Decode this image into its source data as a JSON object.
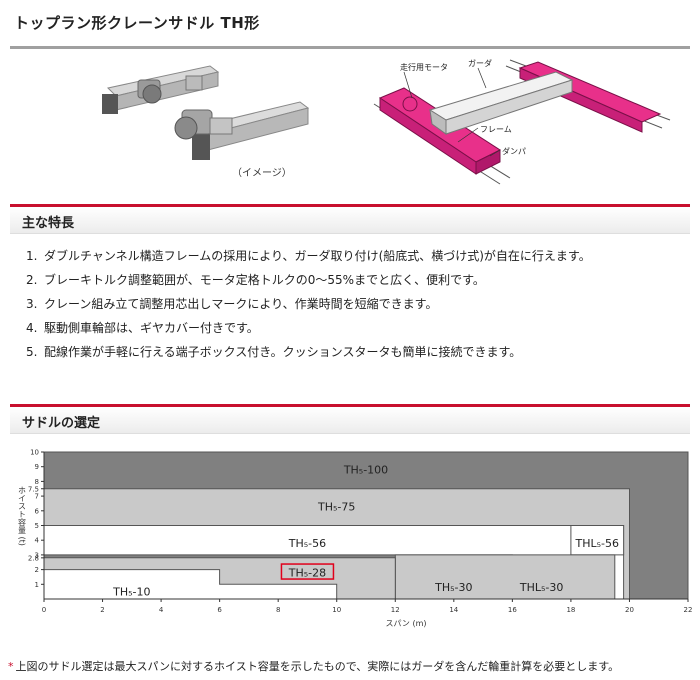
{
  "header": {
    "title": "トップラン形クレーンサドル TH形"
  },
  "illustration": {
    "caption": "（イメージ）",
    "labels": {
      "motor": "走行用モータ",
      "girder": "ガーダ",
      "frame": "フレーム",
      "damper": "ダンパ"
    }
  },
  "features": {
    "heading": "主な特長",
    "items": [
      {
        "num": "1.",
        "text": "ダブルチャンネル構造フレームの採用により、ガーダ取り付け(船底式、横づけ式)が自在に行えます。"
      },
      {
        "num": "2.",
        "text": "ブレーキトルク調整範囲が、モータ定格トルクの0〜55%までと広く、便利です。"
      },
      {
        "num": "3.",
        "text": "クレーン組み立て調整用芯出しマークにより、作業時間を短縮できます。"
      },
      {
        "num": "4.",
        "text": "駆動側車輪部は、ギヤカバー付きです。"
      },
      {
        "num": "5.",
        "text": "配線作業が手軽に行える端子ボックス付き。クッションスタータも簡単に接続できます。"
      }
    ]
  },
  "selection": {
    "heading": "サドルの選定"
  },
  "chart_data": {
    "type": "area",
    "xlabel": "スパン (m)",
    "ylabel": "ホイスト容量 (t)",
    "xlim": [
      0,
      22
    ],
    "ylim": [
      0,
      10
    ],
    "xticks": [
      "0",
      "2",
      "4",
      "6",
      "8",
      "10",
      "12",
      "14",
      "16",
      "18",
      "20",
      "22"
    ],
    "yticks": [
      "1",
      "2",
      "2.8",
      "3",
      "4",
      "5",
      "6",
      "7",
      "7.5",
      "8",
      "9",
      "10"
    ],
    "highlight": "TH₅-28",
    "colors": {
      "dark": "#808080",
      "light": "#c9c9c9",
      "white": "#ffffff",
      "highlight": "#e0001b"
    },
    "regions": [
      {
        "label": "TH₅-100",
        "fill": "dark",
        "points": [
          [
            0,
            10
          ],
          [
            22,
            10
          ],
          [
            22,
            0
          ],
          [
            0,
            0
          ]
        ],
        "label_at": [
          11,
          8.8
        ]
      },
      {
        "label": "TH₅-75",
        "fill": "light",
        "points": [
          [
            0,
            7.5
          ],
          [
            20,
            7.5
          ],
          [
            20,
            0
          ],
          [
            0,
            0
          ]
        ],
        "label_at": [
          10,
          6.3
        ]
      },
      {
        "label": "TH₅-56",
        "fill": "white",
        "points": [
          [
            0,
            5
          ],
          [
            19.8,
            5
          ],
          [
            19.8,
            0
          ],
          [
            0,
            0
          ]
        ],
        "label_at": [
          9,
          3.8
        ]
      },
      {
        "label": "THL₅-56",
        "fill": "white",
        "points": [
          [
            18,
            5
          ],
          [
            19.8,
            5
          ],
          [
            19.8,
            3
          ],
          [
            18,
            3
          ]
        ],
        "label_at": [
          18.9,
          3.8
        ]
      },
      {
        "label": "TH₅-30",
        "fill": "dark",
        "points": [
          [
            0,
            3
          ],
          [
            16,
            3
          ],
          [
            16,
            0
          ],
          [
            0,
            0
          ]
        ],
        "label_at": [
          14,
          0.8
        ]
      },
      {
        "label": "THL₅-30",
        "fill": "light",
        "points": [
          [
            12,
            3
          ],
          [
            19.5,
            3
          ],
          [
            19.5,
            0
          ],
          [
            12,
            0
          ]
        ],
        "label_at": [
          17,
          0.8
        ]
      },
      {
        "label": "TH₅-28",
        "fill": "light",
        "points": [
          [
            0,
            2.8
          ],
          [
            12,
            2.8
          ],
          [
            12,
            0
          ],
          [
            0,
            0
          ]
        ],
        "label_at": [
          9,
          1.8
        ]
      },
      {
        "label": "TH₅-10",
        "fill": "white",
        "points": [
          [
            0,
            2
          ],
          [
            6,
            2
          ],
          [
            6,
            1
          ],
          [
            10,
            1
          ],
          [
            10,
            0
          ],
          [
            0,
            0
          ]
        ],
        "label_at": [
          3,
          0.5
        ]
      }
    ]
  },
  "footnote": {
    "star": "*",
    "text": "上図のサドル選定は最大スパンに対するホイスト容量を示したもので、実際にはガーダを含んだ輪重計算を必要とします。"
  }
}
